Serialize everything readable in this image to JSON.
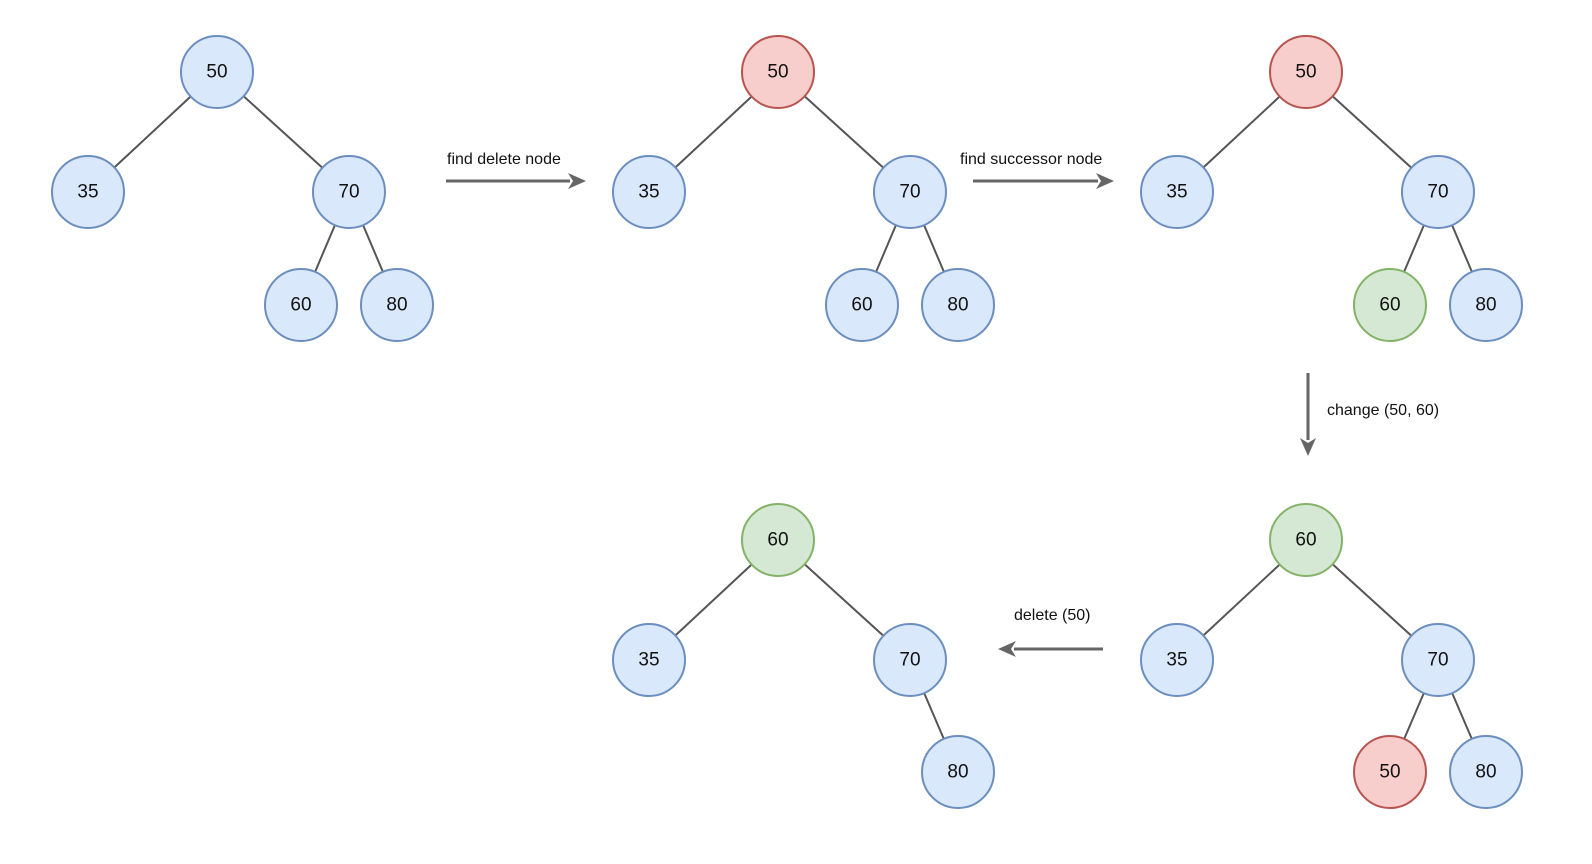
{
  "colors": {
    "normal": {
      "fill": "#dae8fc",
      "stroke": "#6c8ebf"
    },
    "delete": {
      "fill": "#f8cecc",
      "stroke": "#b85450"
    },
    "successor": {
      "fill": "#d5e8d4",
      "stroke": "#82b366"
    }
  },
  "trees": [
    {
      "name": "original",
      "nodes": [
        {
          "id": "a",
          "label": "50",
          "state": "normal"
        },
        {
          "id": "b",
          "label": "35",
          "state": "normal"
        },
        {
          "id": "c",
          "label": "70",
          "state": "normal"
        },
        {
          "id": "d",
          "label": "60",
          "state": "normal"
        },
        {
          "id": "e",
          "label": "80",
          "state": "normal"
        }
      ],
      "edges": [
        [
          "a",
          "b"
        ],
        [
          "a",
          "c"
        ],
        [
          "c",
          "d"
        ],
        [
          "c",
          "e"
        ]
      ]
    },
    {
      "name": "found-delete",
      "nodes": [
        {
          "id": "a",
          "label": "50",
          "state": "delete"
        },
        {
          "id": "b",
          "label": "35",
          "state": "normal"
        },
        {
          "id": "c",
          "label": "70",
          "state": "normal"
        },
        {
          "id": "d",
          "label": "60",
          "state": "normal"
        },
        {
          "id": "e",
          "label": "80",
          "state": "normal"
        }
      ],
      "edges": [
        [
          "a",
          "b"
        ],
        [
          "a",
          "c"
        ],
        [
          "c",
          "d"
        ],
        [
          "c",
          "e"
        ]
      ]
    },
    {
      "name": "found-successor",
      "nodes": [
        {
          "id": "a",
          "label": "50",
          "state": "delete"
        },
        {
          "id": "b",
          "label": "35",
          "state": "normal"
        },
        {
          "id": "c",
          "label": "70",
          "state": "normal"
        },
        {
          "id": "d",
          "label": "60",
          "state": "successor"
        },
        {
          "id": "e",
          "label": "80",
          "state": "normal"
        }
      ],
      "edges": [
        [
          "a",
          "b"
        ],
        [
          "a",
          "c"
        ],
        [
          "c",
          "d"
        ],
        [
          "c",
          "e"
        ]
      ]
    },
    {
      "name": "swapped",
      "nodes": [
        {
          "id": "a",
          "label": "60",
          "state": "successor"
        },
        {
          "id": "b",
          "label": "35",
          "state": "normal"
        },
        {
          "id": "c",
          "label": "70",
          "state": "normal"
        },
        {
          "id": "d",
          "label": "50",
          "state": "delete"
        },
        {
          "id": "e",
          "label": "80",
          "state": "normal"
        }
      ],
      "edges": [
        [
          "a",
          "b"
        ],
        [
          "a",
          "c"
        ],
        [
          "c",
          "d"
        ],
        [
          "c",
          "e"
        ]
      ]
    },
    {
      "name": "result",
      "nodes": [
        {
          "id": "a",
          "label": "60",
          "state": "successor"
        },
        {
          "id": "b",
          "label": "35",
          "state": "normal"
        },
        {
          "id": "c",
          "label": "70",
          "state": "normal"
        },
        {
          "id": "e",
          "label": "80",
          "state": "normal"
        }
      ],
      "edges": [
        [
          "a",
          "b"
        ],
        [
          "a",
          "c"
        ],
        [
          "c",
          "e"
        ]
      ]
    }
  ],
  "steps": [
    {
      "name": "find-delete",
      "label": "find delete node"
    },
    {
      "name": "find-successor",
      "label": "find successor node"
    },
    {
      "name": "change",
      "label": "change (50, 60)"
    },
    {
      "name": "delete",
      "label": "delete (50)"
    }
  ]
}
